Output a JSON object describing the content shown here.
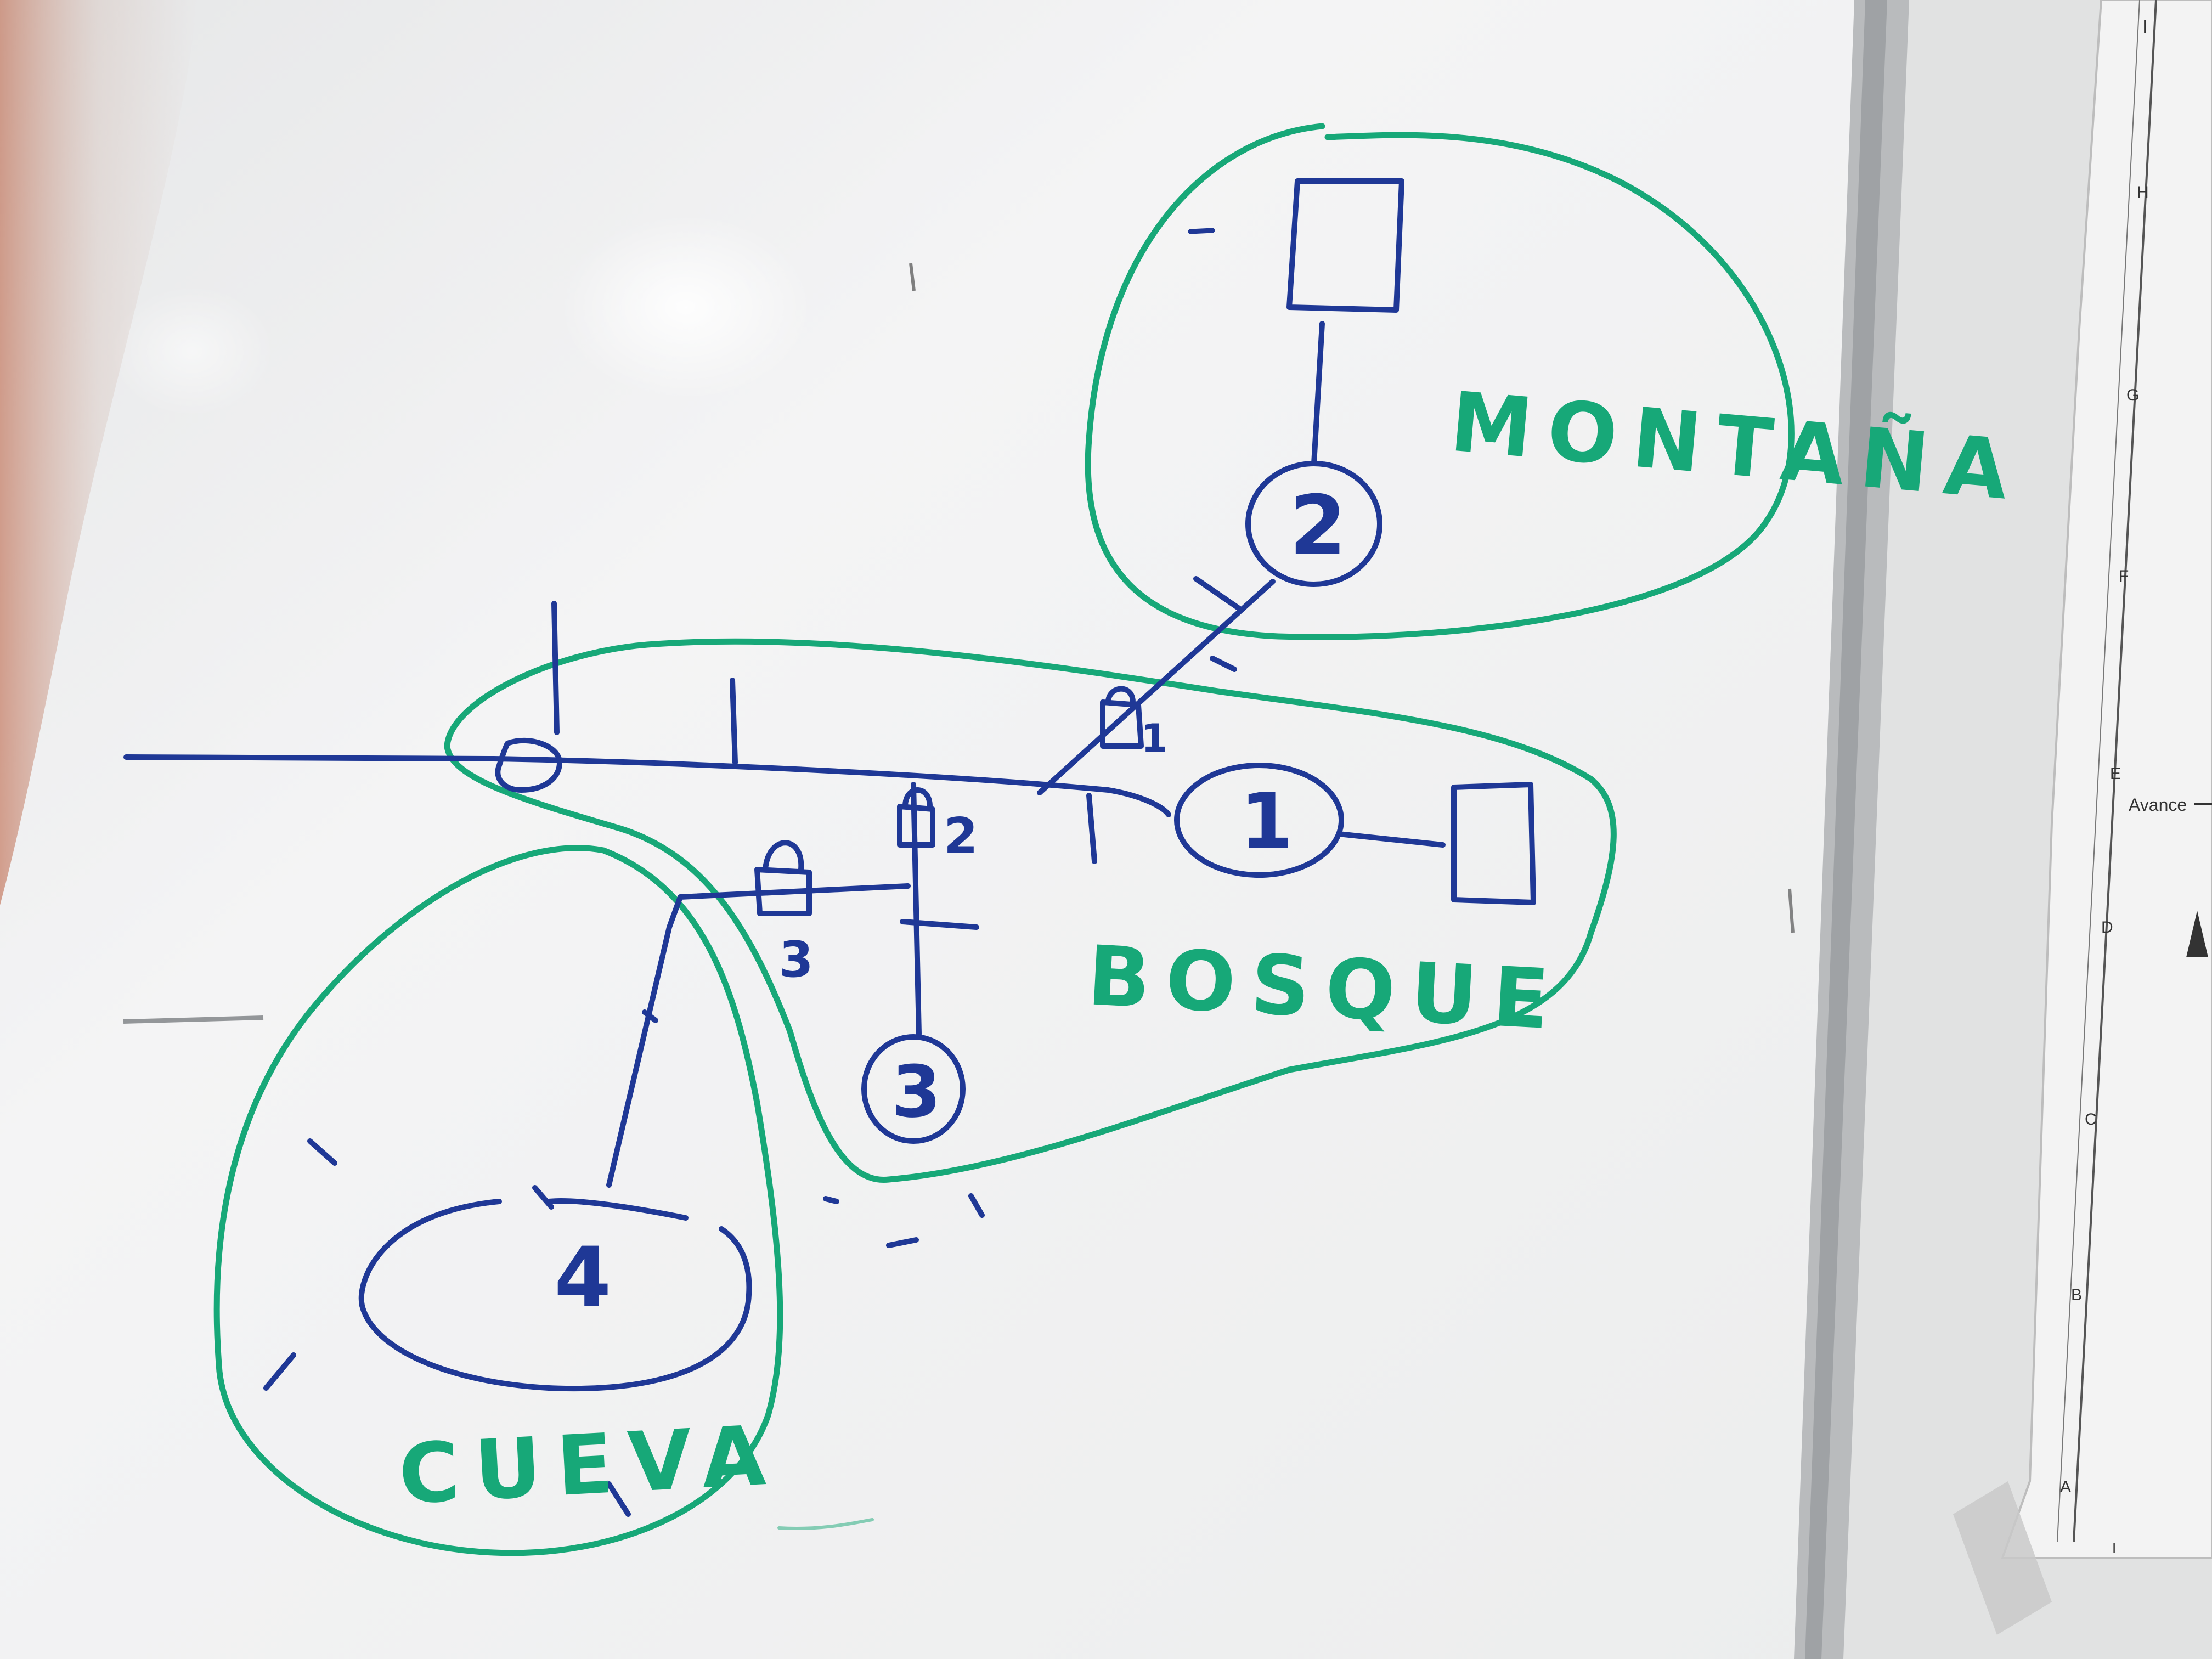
{
  "whiteboard": {
    "regions": [
      {
        "id": "montana",
        "label": "MONTAÑA"
      },
      {
        "id": "bosque",
        "label": "BOSQUE"
      },
      {
        "id": "cueva",
        "label": "CUEVA"
      }
    ],
    "nodes": [
      {
        "id": "node-2",
        "label": "2"
      },
      {
        "id": "node-1",
        "label": "1"
      },
      {
        "id": "node-3",
        "label": "3"
      },
      {
        "id": "node-4",
        "label": "4"
      }
    ],
    "locks": [
      {
        "id": "lock-1",
        "label": "1"
      },
      {
        "id": "lock-2",
        "label": "2"
      },
      {
        "id": "lock-3",
        "label": "3"
      }
    ]
  },
  "paper_sheet": {
    "scale_letters": [
      "I",
      "H",
      "G",
      "F",
      "E",
      "D",
      "C",
      "B",
      "A"
    ],
    "side_label": "Avance",
    "bottom_letter": "I"
  },
  "colors": {
    "marker_blue": "#1f3896",
    "marker_green": "#17a878",
    "board_white": "#f1f2f2"
  }
}
